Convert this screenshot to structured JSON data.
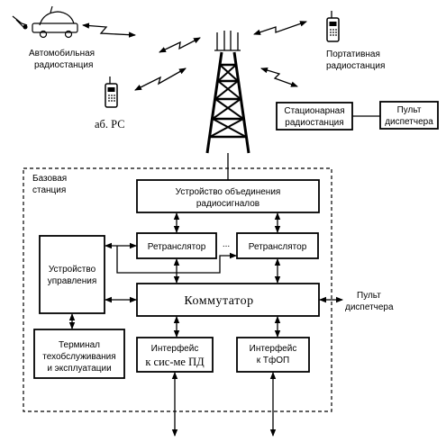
{
  "labels": {
    "car_station": [
      "Автомобильная",
      "радиостанция"
    ],
    "portable_station": [
      "Портативная",
      "радиостанция"
    ],
    "subscriber": "аб. РС",
    "stationary_station": [
      "Стационарная",
      "радиостанция"
    ],
    "dispatcher_top": [
      "Пульт",
      "диспетчера"
    ],
    "base_station": [
      "Базовая",
      "станция"
    ],
    "combiner": [
      "Устройство объединения",
      "радиосигналов"
    ],
    "repeater_1": "Ретранслятор",
    "ellipsis": "...",
    "repeater_2": "Ретранслятор",
    "control_unit": [
      "Устройство",
      "управления"
    ],
    "switch": "Коммутатор",
    "dispatcher_right": [
      "Пульт",
      "диспетчера"
    ],
    "terminal": [
      "Терминал",
      "техобслуживания",
      "и эксплуатации"
    ],
    "interface_pd": [
      "Интерфейс",
      "к сис-ме ПД"
    ],
    "interface_tfop": [
      "Интерфейс",
      "к ТфОП"
    ]
  },
  "icons": {
    "car": "car-icon",
    "portable": "handheld-radio-icon",
    "subscriber": "handheld-radio-icon",
    "tower": "antenna-tower-icon"
  }
}
